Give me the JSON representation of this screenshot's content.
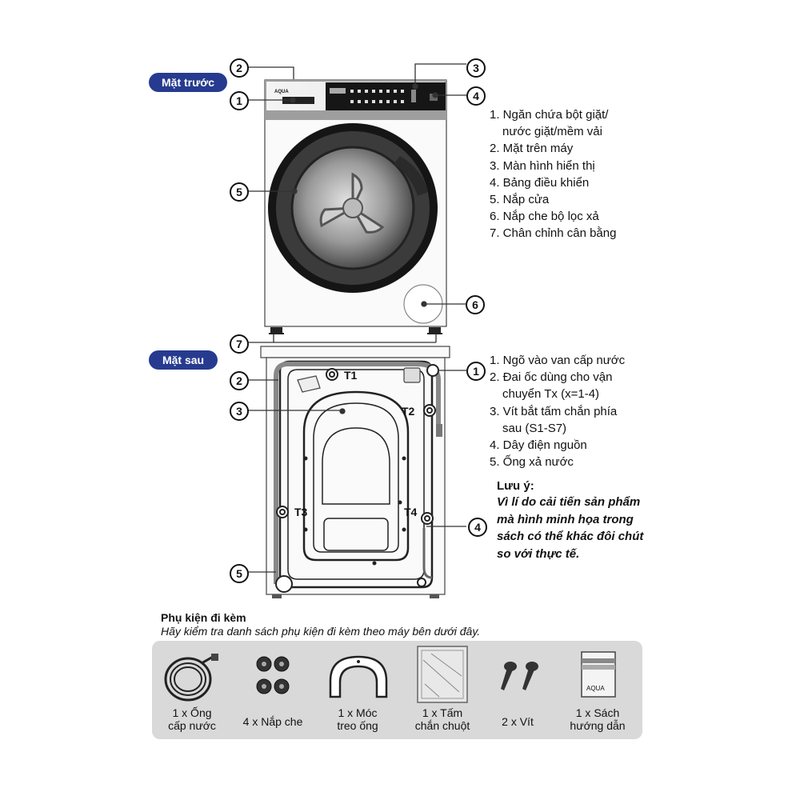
{
  "front": {
    "pill": "Mặt trước",
    "brand": "AQUA",
    "callouts": [
      "1",
      "2",
      "3",
      "4",
      "5",
      "6",
      "7"
    ],
    "legend": [
      "1. Ngăn chứa bột giặt/",
      "nước giặt/mềm vải",
      "2. Mặt trên máy",
      "3. Màn hình hiển thị",
      "4. Bảng điều khiển",
      "5. Nắp cửa",
      "6. Nắp che bộ lọc xả",
      "7. Chân chỉnh cân bằng"
    ]
  },
  "back": {
    "pill": "Mặt sau",
    "callouts": [
      "1",
      "2",
      "3",
      "4",
      "5"
    ],
    "t_labels": [
      "T1",
      "T2",
      "T3",
      "T4"
    ],
    "legend": [
      "1. Ngõ vào van cấp nước",
      "2. Đai ốc dùng cho vận",
      "chuyển Tx (x=1-4)",
      "3. Vít bắt tấm chắn phía",
      "sau (S1-S7)",
      "4. Dây điện nguồn",
      "5. Ống xả nước"
    ],
    "note_title": "Lưu ý:",
    "note_lines": [
      "Vì lí do cải tiến sản phẩm",
      "mà hình minh họa trong",
      "sách có thể khác đôi chút",
      "so với thực tế."
    ]
  },
  "accessories": {
    "title": "Phụ kiện đi kèm",
    "subtitle": "Hãy kiểm tra danh sách phụ kiện đi kèm theo máy bên dưới đây.",
    "manual_brand": "AQUA",
    "items": [
      {
        "line1": "1 x Ống",
        "line2": "cấp nước",
        "icon": "hose-icon"
      },
      {
        "line1": "4 x Nắp che",
        "line2": "",
        "icon": "caps-icon"
      },
      {
        "line1": "1 x Móc",
        "line2": "treo ống",
        "icon": "hook-icon"
      },
      {
        "line1": "1 x Tấm",
        "line2": "chắn chuột",
        "icon": "plate-icon"
      },
      {
        "line1": "2 x Vít",
        "line2": "",
        "icon": "screw-icon"
      },
      {
        "line1": "1 x Sách",
        "line2": "hướng dẫn",
        "icon": "manual-icon"
      }
    ]
  }
}
